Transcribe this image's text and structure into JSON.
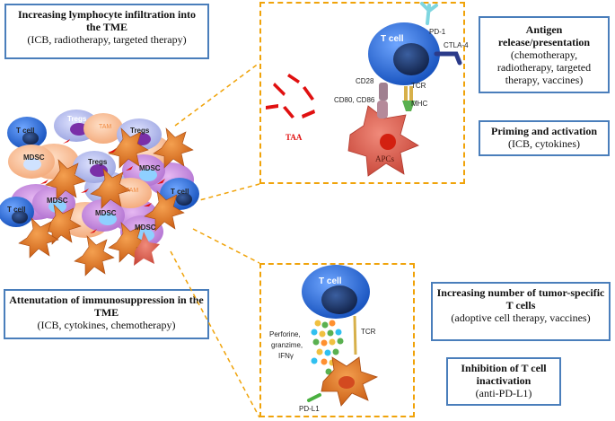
{
  "boxes": {
    "lymphocyte": {
      "title": "Increasing lymphocyte infiltration into the TME",
      "sub": "(ICB, radiotherapy, targeted therapy)"
    },
    "antigen": {
      "title": "Antigen release/presentation",
      "sub": "(chemotherapy, radiotherapy, targeted therapy, vaccines)"
    },
    "priming": {
      "title": "Priming and activation",
      "sub": "(ICB, cytokines)"
    },
    "immunosuppression": {
      "title": "Attenutation of immunosuppression in the TME",
      "sub": "(ICB, cytokines, chemotherapy)"
    },
    "tcells": {
      "title": "Increasing number of tumor-specific T cells",
      "sub": "(adoptive cell therapy, vaccines)"
    },
    "inhibition": {
      "title": "Inhibition of T cell inactivation",
      "sub": "(anti-PD-L1)"
    }
  },
  "top_panel": {
    "tcell": "T cell",
    "pd1": "PD-1",
    "ctla4": "CTLA-4",
    "cd28": "CD28",
    "cd80": "CD80, CD86",
    "tcr": "TCR",
    "mhc": "MHC",
    "taa": "TAA",
    "apcs": "APCs"
  },
  "bottom_panel": {
    "tcell": "T cell",
    "perforine": "Perforine,",
    "granzime": "granzime,",
    "ifng": "IFNγ",
    "tcr": "TCR",
    "pdl1": "PD-L1"
  },
  "cluster_labels": {
    "tregs1": "Tregs",
    "tregs2": "Tregs",
    "tregs3": "Tregs",
    "tam1": "TAM",
    "tam2": "TAM",
    "mdsc1": "MDSC",
    "mdsc2": "MDSC",
    "mdsc3": "MDSC",
    "mdsc4": "MDSC",
    "mdsc5": "MDSC",
    "tcell1": "T cell",
    "tcell2": "T cell",
    "tcell3": "T cell"
  },
  "colors": {
    "box_border": "#4a7ebb",
    "dash": "#f0a30a",
    "tcell": "#2f6fd0",
    "tumor": "#e05a4a",
    "taa": "#e01010"
  }
}
